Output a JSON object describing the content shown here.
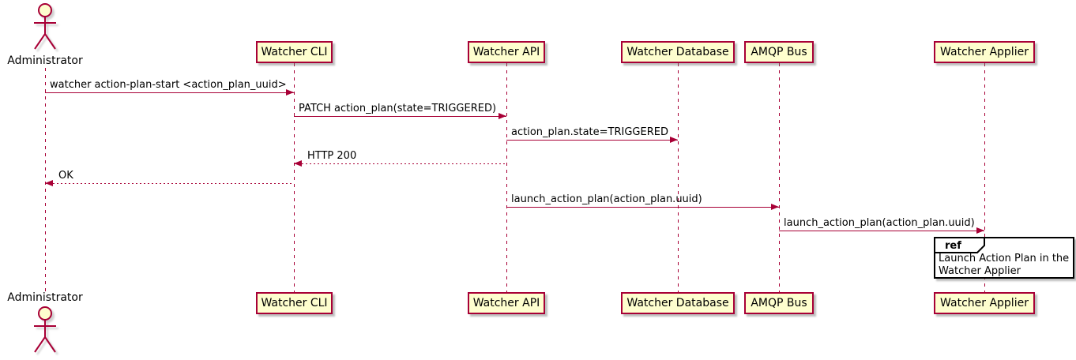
{
  "diagram": {
    "type": "sequence-diagram",
    "actor": {
      "name": "Administrator"
    },
    "participants": [
      {
        "label": "Watcher CLI"
      },
      {
        "label": "Watcher API"
      },
      {
        "label": "Watcher Database"
      },
      {
        "label": "AMQP Bus"
      },
      {
        "label": "Watcher Applier"
      }
    ],
    "messages": [
      {
        "from": "Administrator",
        "to": "Watcher CLI",
        "label": "watcher action-plan-start <action_plan_uuid>",
        "line": "solid",
        "direction": "right"
      },
      {
        "from": "Watcher CLI",
        "to": "Watcher API",
        "label": "PATCH action_plan(state=TRIGGERED)",
        "line": "solid",
        "direction": "right"
      },
      {
        "from": "Watcher API",
        "to": "Watcher Database",
        "label": "action_plan.state=TRIGGERED",
        "line": "solid",
        "direction": "right"
      },
      {
        "from": "Watcher API",
        "to": "Watcher CLI",
        "label": "HTTP 200",
        "line": "dotted",
        "direction": "left"
      },
      {
        "from": "Watcher CLI",
        "to": "Administrator",
        "label": "OK",
        "line": "dotted",
        "direction": "left"
      },
      {
        "from": "Watcher API",
        "to": "AMQP Bus",
        "label": "launch_action_plan(action_plan.uuid)",
        "line": "solid",
        "direction": "right"
      },
      {
        "from": "AMQP Bus",
        "to": "Watcher Applier",
        "label": "launch_action_plan(action_plan.uuid)",
        "line": "solid",
        "direction": "right"
      }
    ],
    "ref": {
      "keyword": "ref",
      "line1": "Launch Action Plan in the",
      "line2": "Watcher Applier"
    },
    "colors": {
      "accent": "#A80036",
      "participant_fill": "#FEFECE",
      "ref_border": "#000000",
      "background": "#FFFFFF"
    }
  }
}
